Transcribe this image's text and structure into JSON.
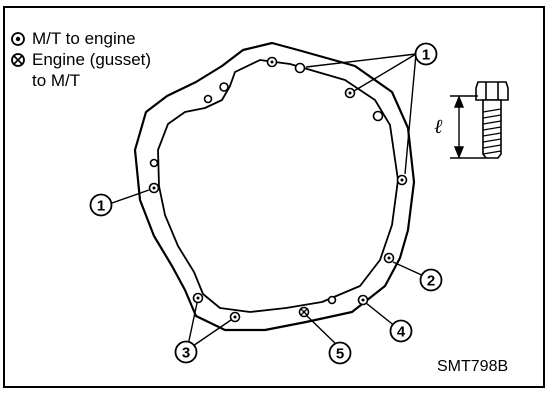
{
  "legend": {
    "item1": {
      "symbol": "dot-circle-icon",
      "text": "M/T to engine"
    },
    "item2": {
      "symbol": "cross-circle-icon",
      "line1": "Engine (gusset)",
      "line2": "to M/T"
    }
  },
  "callouts": [
    "1",
    "1",
    "2",
    "3",
    "4",
    "5"
  ],
  "dimension_label": "ℓ",
  "figure_code": "SMT798B",
  "colors": {
    "ink": "#000000",
    "paper": "#ffffff"
  }
}
